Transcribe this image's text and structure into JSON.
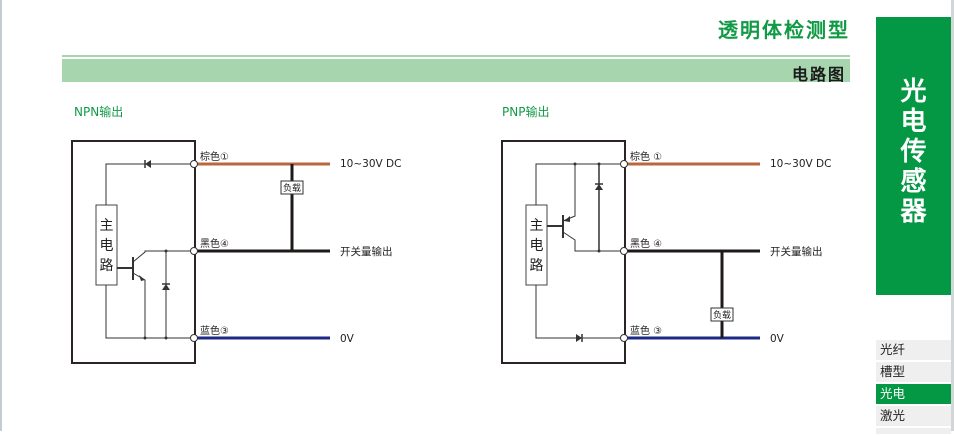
{
  "header": {
    "title": "透明体检测型",
    "section_title": "电路图"
  },
  "colors": {
    "brand_green": "#049744",
    "title_green": "#119a45",
    "bar_green": "#a6d5ae",
    "wire_brown": "#b8673f",
    "wire_black": "#1e1a18",
    "wire_blue": "#1c2a85"
  },
  "diagrams": [
    {
      "id": "npn",
      "title": "NPN输出",
      "main_circuit": [
        "主",
        "电",
        "路"
      ],
      "wires": [
        {
          "label": "棕色①",
          "terminal": "10~30V DC"
        },
        {
          "label": "黑色④",
          "terminal": "开关量输出"
        },
        {
          "label": "蓝色③",
          "terminal": "0V"
        }
      ],
      "load_label": "负载"
    },
    {
      "id": "pnp",
      "title": "PNP输出",
      "main_circuit": [
        "主",
        "电",
        "路"
      ],
      "wires": [
        {
          "label": "棕色 ①",
          "terminal": "10~30V DC"
        },
        {
          "label": "黑色 ④",
          "terminal": "开关量输出"
        },
        {
          "label": "蓝色 ③",
          "terminal": "0V"
        }
      ],
      "load_label": "负载"
    }
  ],
  "side_tab": {
    "label": "光电传感器"
  },
  "side_nav": {
    "items": [
      {
        "label": "光纤",
        "active": false
      },
      {
        "label": "槽型",
        "active": false
      },
      {
        "label": "光电",
        "active": true
      },
      {
        "label": "激光",
        "active": false
      }
    ]
  }
}
